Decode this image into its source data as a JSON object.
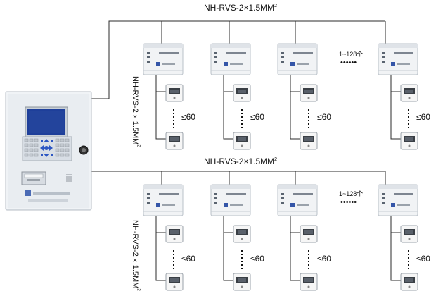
{
  "bus_label_1": {
    "text": "NH-RVS-2×1.5MM",
    "sup": "2"
  },
  "bus_label_2": {
    "text": "NH-RVS-2×1.5MM",
    "sup": "2"
  },
  "branch_label_1": {
    "text": "NH-RVS-2×1.5MM",
    "sup": "2"
  },
  "branch_label_2": {
    "text": "NH-RVS-2×1.5MM",
    "sup": "2"
  },
  "module_count_1": "1~128个",
  "module_count_2": "1~128个",
  "sensor_count": "≤60",
  "dots": "••••••",
  "colors": {
    "wire": "#2b2b2b",
    "cabinet": "#e9edf1",
    "screen": "#1e3f9a",
    "module": "#f1f3f5",
    "sensor": "#f6f6f6"
  }
}
